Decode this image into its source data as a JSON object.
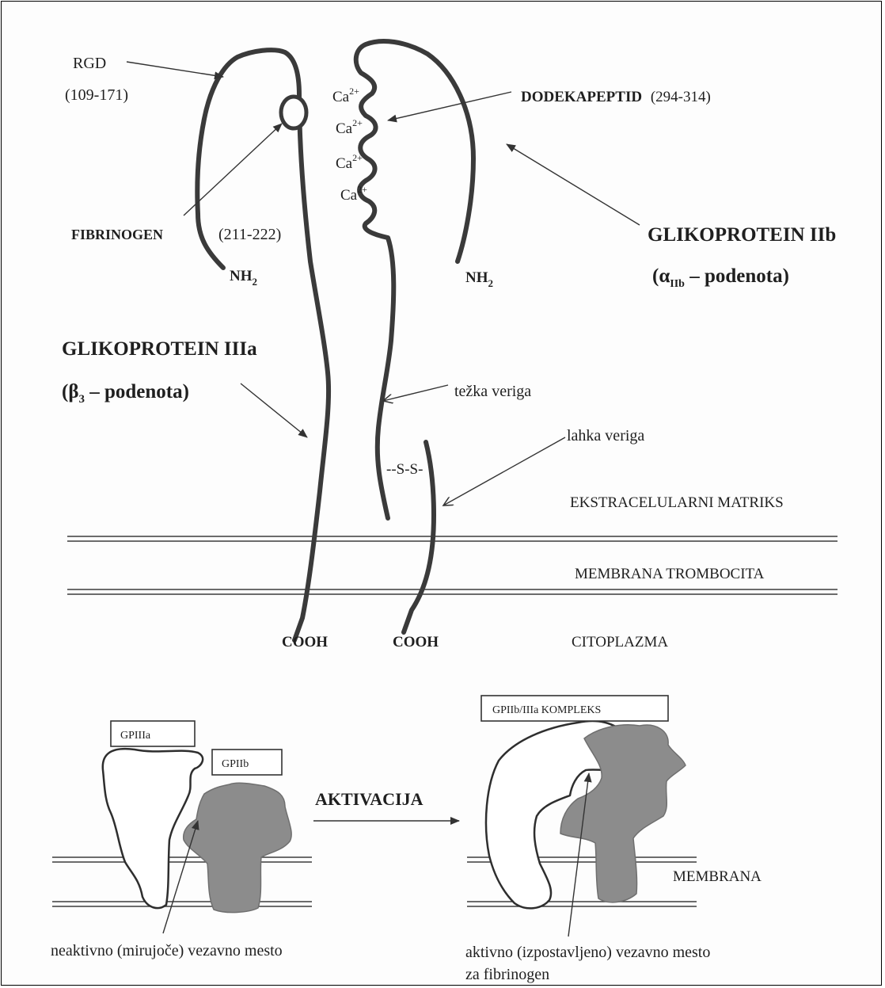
{
  "labels": {
    "rgd": "RGD",
    "rgd_range": "(109-171)",
    "dodekapeptid": "DODEKAPEPTID",
    "dodekapeptid_range": "(294-314)",
    "ca": "Ca",
    "ca_sup": "2+",
    "fibrinogen": "FIBRINOGEN",
    "fibrinogen_range": "(211-222)",
    "nh2_left_main": "NH",
    "nh2_left_sub": "2",
    "nh2_right_main": "NH",
    "nh2_right_sub": "2",
    "gp2b_title": "GLIKOPROTEIN IIb",
    "gp2b_sub_prefix": "(α",
    "gp2b_sub_index": "IIb",
    "gp2b_sub_suffix": " – podenota)",
    "gp3a_title": "GLIKOPROTEIN IIIa",
    "gp3a_sub_prefix": "(β",
    "gp3a_sub_index": "3",
    "gp3a_sub_suffix": " – podenota)",
    "tezka_veriga": "težka veriga",
    "lahka_veriga": "lahka veriga",
    "ss": "--S-S-",
    "extracellular": "EKSTRACELULARNI MATRIKS",
    "membrane_trombocita": "MEMBRANA TROMBOCITA",
    "cooh_left": "COOH",
    "cooh_right": "COOH",
    "cytoplasm": "CITOPLAZMA",
    "gpiiia_box": "GPIIIa",
    "gpiib_box": "GPIIb",
    "complex_box": "GPIIb/IIIa KOMPLEKS",
    "aktivacija": "AKTIVACIJA",
    "membrana": "MEMBRANA",
    "inactive_site": "neaktivno (mirujoče) vezavno mesto",
    "active_site_line1": "aktivno (izpostavljeno) vezavno mesto",
    "active_site_line2": "za fibrinogen"
  },
  "colors": {
    "chain": "#3a3a3a",
    "gpiib_fill": "#8c8c8c",
    "gpiiia_fill": "#ffffff",
    "text": "#1f1f1f"
  }
}
